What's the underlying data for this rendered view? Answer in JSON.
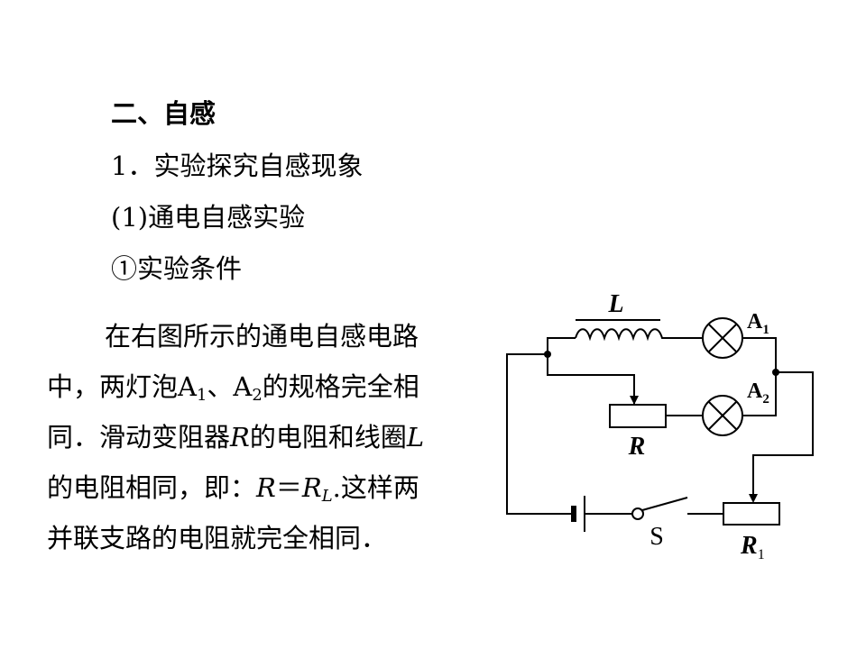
{
  "text": {
    "heading": "二、自感",
    "item1": "1．实验探究自感现象",
    "item2": "(1)通电自感实验",
    "item3": "①实验条件",
    "p1": "在右图所示的通电自感电路",
    "p2a": "中，两灯泡A",
    "p2b": "1",
    "p2c": "、A",
    "p2d": "2",
    "p2e": "的规格完全相",
    "p3a": "同．滑动变阻器",
    "p3b": "R",
    "p3c": "的电阻和线圈",
    "p3d": "L",
    "p4a": "的电阻相同，即：",
    "p4b": "R",
    "p4c": "＝",
    "p4d": "R",
    "p4e": "L",
    "p4f": ".这样两",
    "p5": "并联支路的电阻就完全相同．"
  },
  "circuit": {
    "inductor_label": "L",
    "lamp1_letter": "A",
    "lamp1_sub": "1",
    "lamp2_letter": "A",
    "lamp2_sub": "2",
    "rheostat_label": "R",
    "switch_label": "S",
    "rheostat1_letter": "R",
    "rheostat1_sub": "1"
  }
}
